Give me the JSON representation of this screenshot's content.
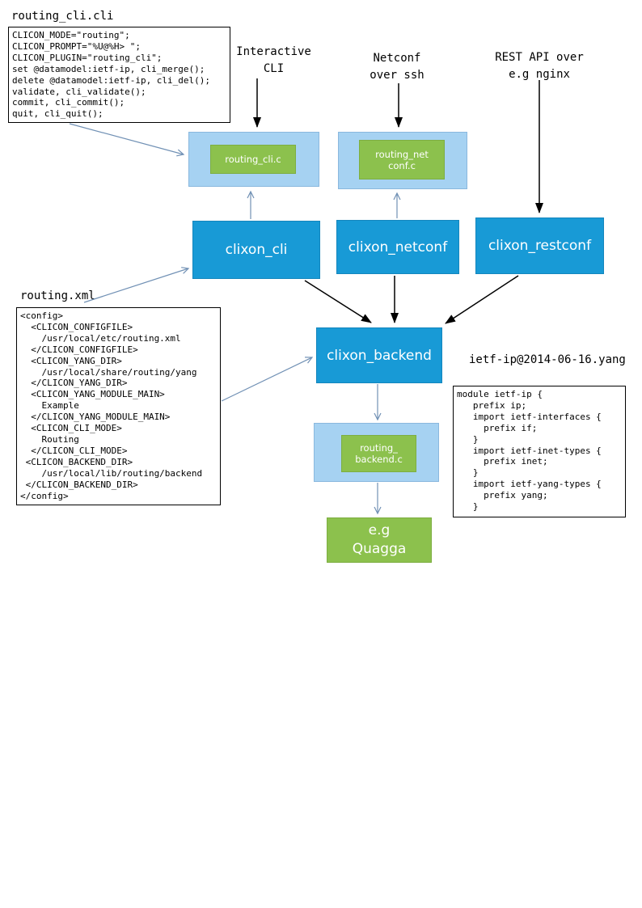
{
  "labels": {
    "routing_cli_file": "routing_cli.cli",
    "routing_xml_file": "routing.xml",
    "yang_file": "ietf-ip@2014-06-16.yang",
    "interactive_cli": "Interactive\nCLI",
    "netconf_over_ssh": "Netconf\nover ssh",
    "rest_api": "REST API over\ne.g nginx"
  },
  "nodes": {
    "routing_cli_c": "routing_cli.c",
    "routing_netconf_c": "routing_net\nconf.c",
    "clixon_cli": "clixon_cli",
    "clixon_netconf": "clixon_netconf",
    "clixon_restconf": "clixon_restconf",
    "clixon_backend": "clixon_backend",
    "routing_backend_c": "routing_\nbackend.c",
    "quagga": "e.g\nQuagga"
  },
  "code_blocks": {
    "routing_cli_cli": "CLICON_MODE=\"routing\";\nCLICON_PROMPT=\"%U@%H> \";\nCLICON_PLUGIN=\"routing_cli\";\nset @datamodel:ietf-ip, cli_merge();\ndelete @datamodel:ietf-ip, cli_del();\nvalidate, cli_validate();\ncommit, cli_commit();\nquit, cli_quit();",
    "routing_xml": "<config>\n  <CLICON_CONFIGFILE>\n    /usr/local/etc/routing.xml\n  </CLICON_CONFIGFILE>\n  <CLICON_YANG_DIR>\n    /usr/local/share/routing/yang\n  </CLICON_YANG_DIR>\n  <CLICON_YANG_MODULE_MAIN>\n    Example\n  </CLICON_YANG_MODULE_MAIN>\n  <CLICON_CLI_MODE>\n    Routing\n  </CLICON_CLI_MODE>\n <CLICON_BACKEND_DIR>\n    /usr/local/lib/routing/backend\n </CLICON_BACKEND_DIR>\n</config>",
    "ietf_ip_yang": "module ietf-ip {\n   prefix ip;\n   import ietf-interfaces {\n     prefix if;\n   }\n   import ietf-inet-types {\n     prefix inet;\n   }\n   import ietf-yang-types {\n     prefix yang;\n   }"
  },
  "colors": {
    "node_blue": "#189ad6",
    "node_light_blue": "#a6d2f2",
    "node_green": "#8cc14d",
    "connector_blue": "#7191b5",
    "connector_black": "#000000"
  }
}
